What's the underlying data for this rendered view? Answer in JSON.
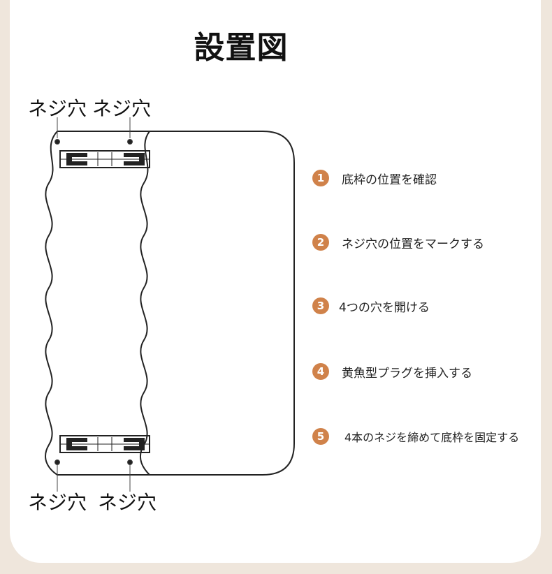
{
  "title": "設置図",
  "hole_labels": {
    "top_left": "ネジ穴",
    "top_right": "ネジ穴",
    "bottom_left": "ネジ穴",
    "bottom_right": "ネジ穴"
  },
  "steps": [
    {
      "num": "1",
      "text": "底枠の位置を確認"
    },
    {
      "num": "2",
      "text": "ネジ穴の位置をマークする"
    },
    {
      "num": "3",
      "text": "4つの穴を開ける"
    },
    {
      "num": "4",
      "text": "黄魚型プラグを挿入する"
    },
    {
      "num": "5",
      "text": "4本のネジを締めて底枠を固定する"
    }
  ],
  "colors": {
    "background": "#efe6dc",
    "card": "#ffffff",
    "step_badge": "#d0824a",
    "text": "#222222"
  }
}
